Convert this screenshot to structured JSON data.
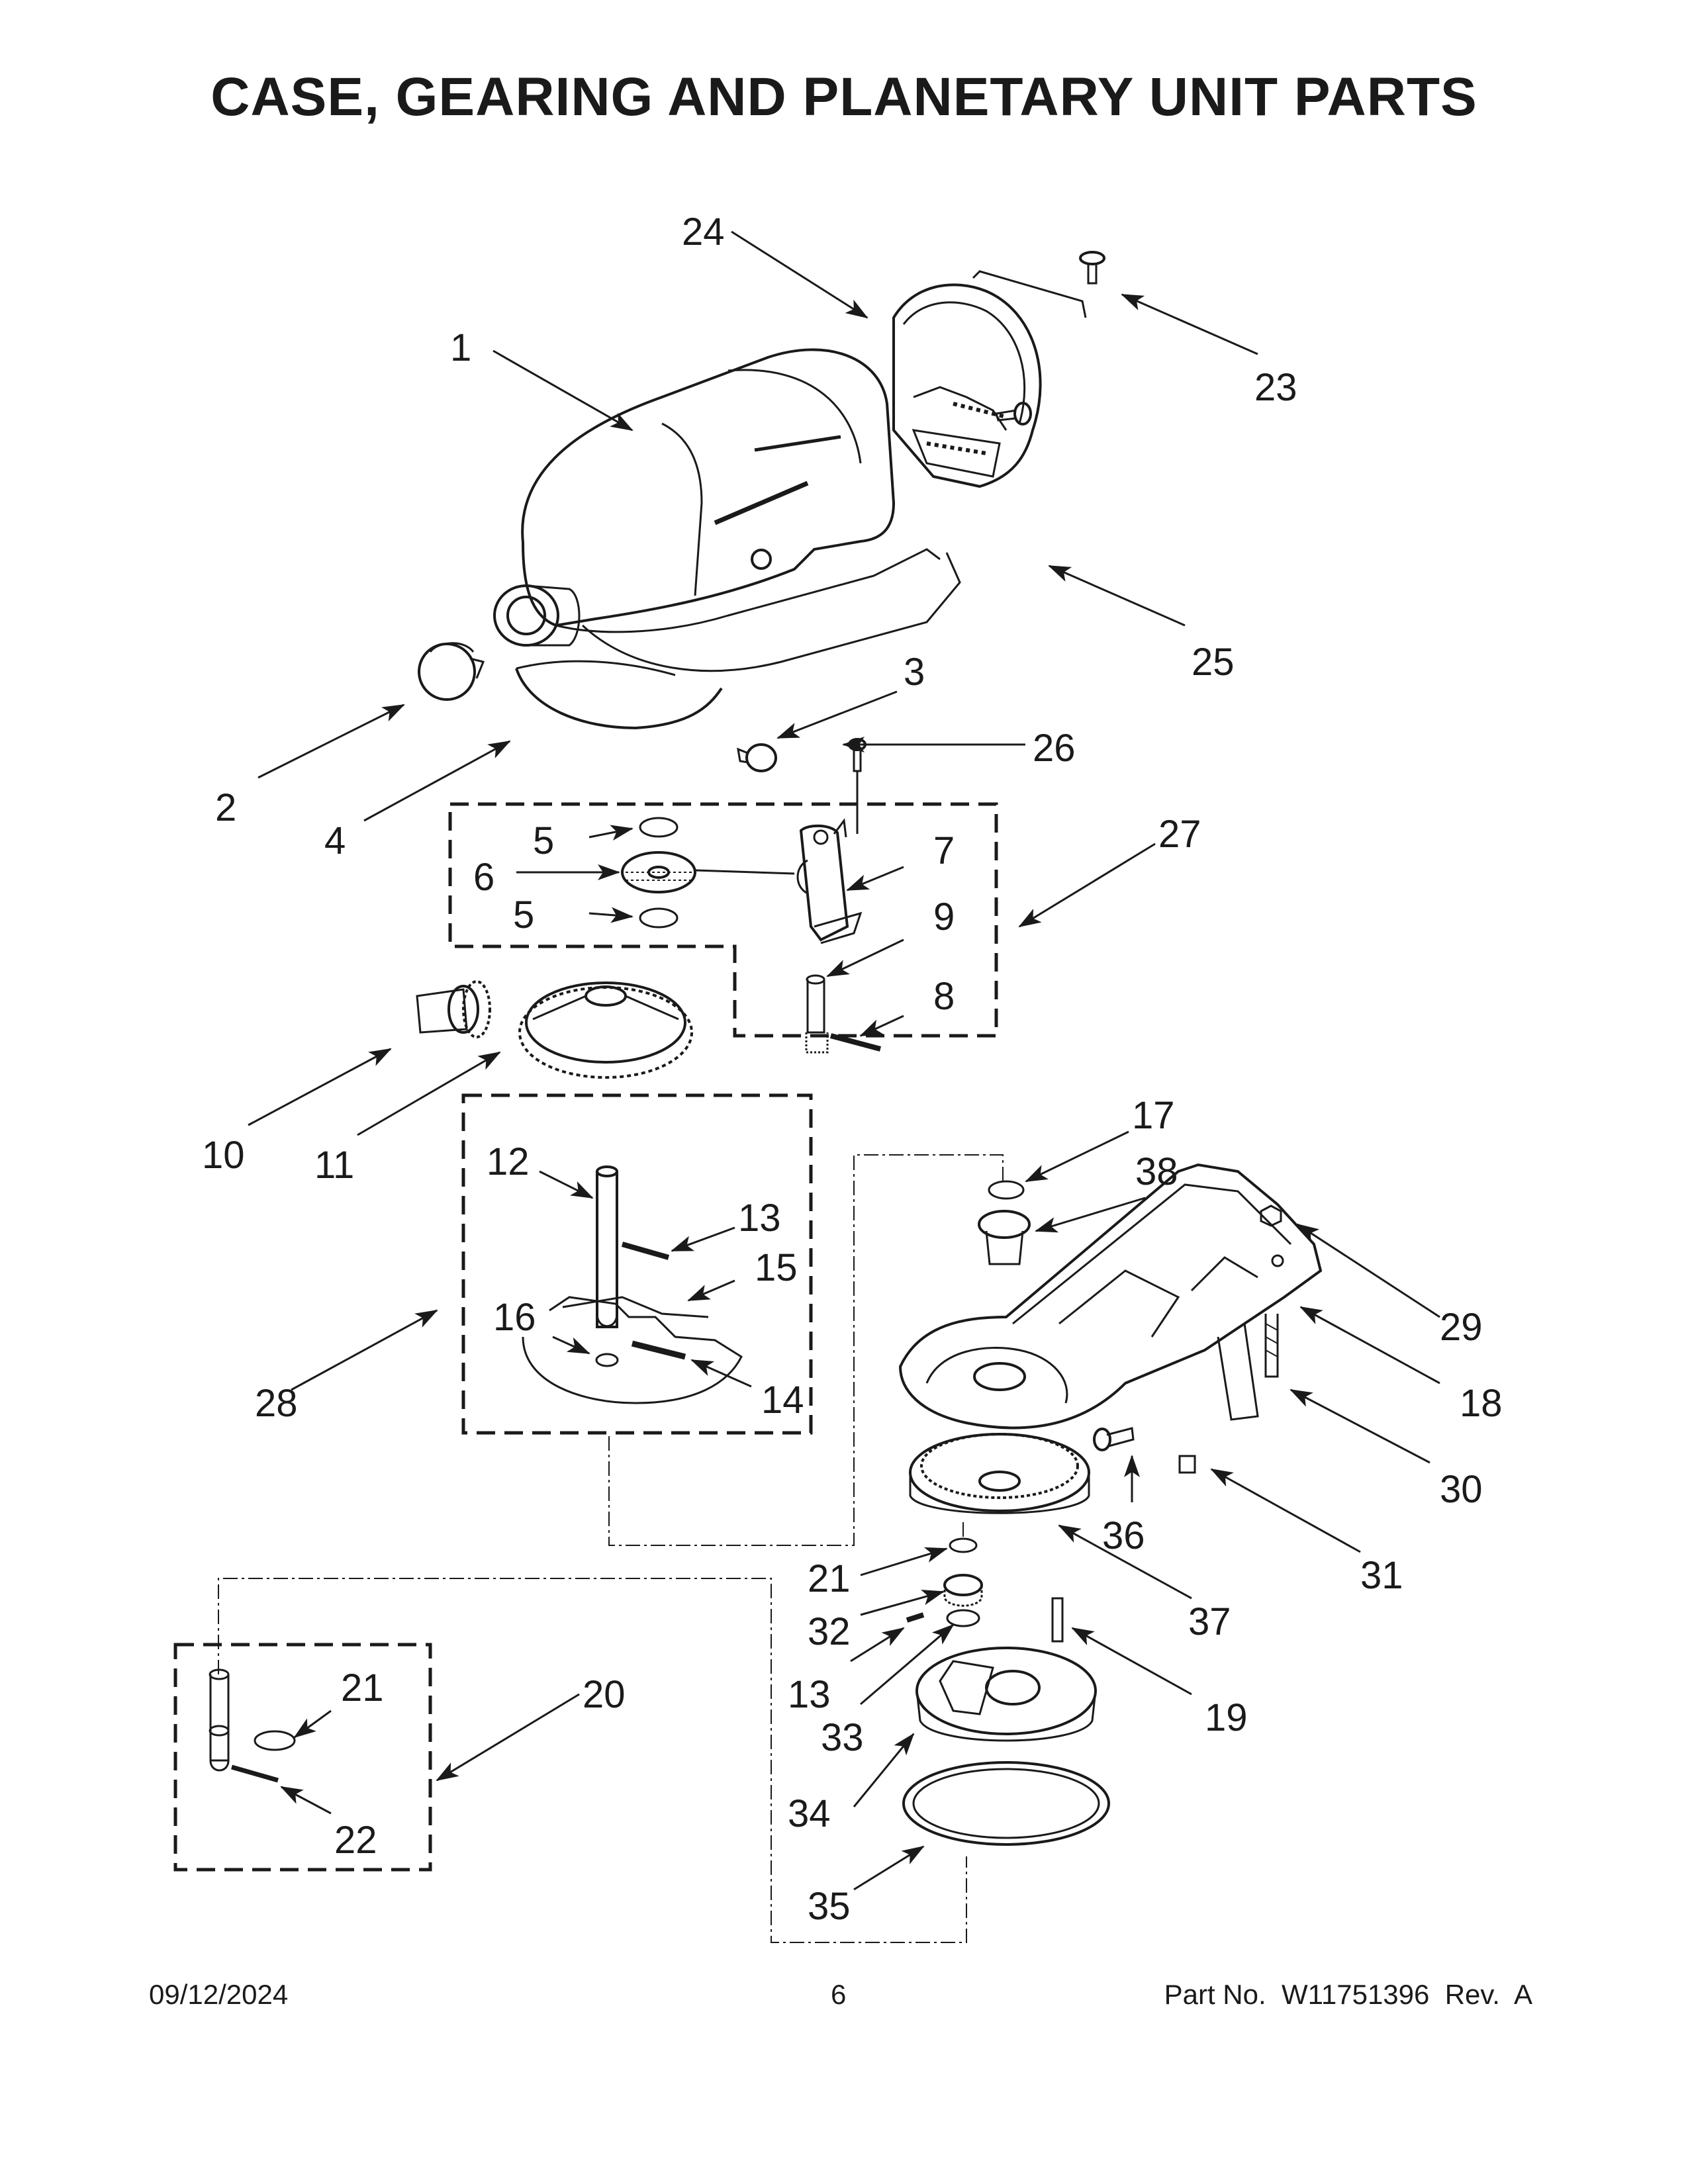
{
  "title": "CASE, GEARING AND PLANETARY UNIT PARTS",
  "footer": {
    "date": "09/12/2024",
    "page": "6",
    "part_number": "Part No.  W11751396  Rev.  A"
  },
  "callouts": [
    {
      "id": "c1",
      "label": "1"
    },
    {
      "id": "c2",
      "label": "2"
    },
    {
      "id": "c3",
      "label": "3"
    },
    {
      "id": "c4",
      "label": "4"
    },
    {
      "id": "c5a",
      "label": "5"
    },
    {
      "id": "c5b",
      "label": "5"
    },
    {
      "id": "c6",
      "label": "6"
    },
    {
      "id": "c7",
      "label": "7"
    },
    {
      "id": "c8",
      "label": "8"
    },
    {
      "id": "c9",
      "label": "9"
    },
    {
      "id": "c10",
      "label": "10"
    },
    {
      "id": "c11",
      "label": "11"
    },
    {
      "id": "c12",
      "label": "12"
    },
    {
      "id": "c13a",
      "label": "13"
    },
    {
      "id": "c13b",
      "label": "13"
    },
    {
      "id": "c14",
      "label": "14"
    },
    {
      "id": "c15",
      "label": "15"
    },
    {
      "id": "c16",
      "label": "16"
    },
    {
      "id": "c17",
      "label": "17"
    },
    {
      "id": "c18",
      "label": "18"
    },
    {
      "id": "c19",
      "label": "19"
    },
    {
      "id": "c20",
      "label": "20"
    },
    {
      "id": "c21a",
      "label": "21"
    },
    {
      "id": "c21b",
      "label": "21"
    },
    {
      "id": "c22",
      "label": "22"
    },
    {
      "id": "c23",
      "label": "23"
    },
    {
      "id": "c24",
      "label": "24"
    },
    {
      "id": "c25",
      "label": "25"
    },
    {
      "id": "c26",
      "label": "26"
    },
    {
      "id": "c27",
      "label": "27"
    },
    {
      "id": "c28",
      "label": "28"
    },
    {
      "id": "c29",
      "label": "29"
    },
    {
      "id": "c30",
      "label": "30"
    },
    {
      "id": "c31",
      "label": "31"
    },
    {
      "id": "c32",
      "label": "32"
    },
    {
      "id": "c33",
      "label": "33"
    },
    {
      "id": "c34",
      "label": "34"
    },
    {
      "id": "c35",
      "label": "35"
    },
    {
      "id": "c36",
      "label": "36"
    },
    {
      "id": "c37",
      "label": "37"
    },
    {
      "id": "c38",
      "label": "38"
    }
  ]
}
